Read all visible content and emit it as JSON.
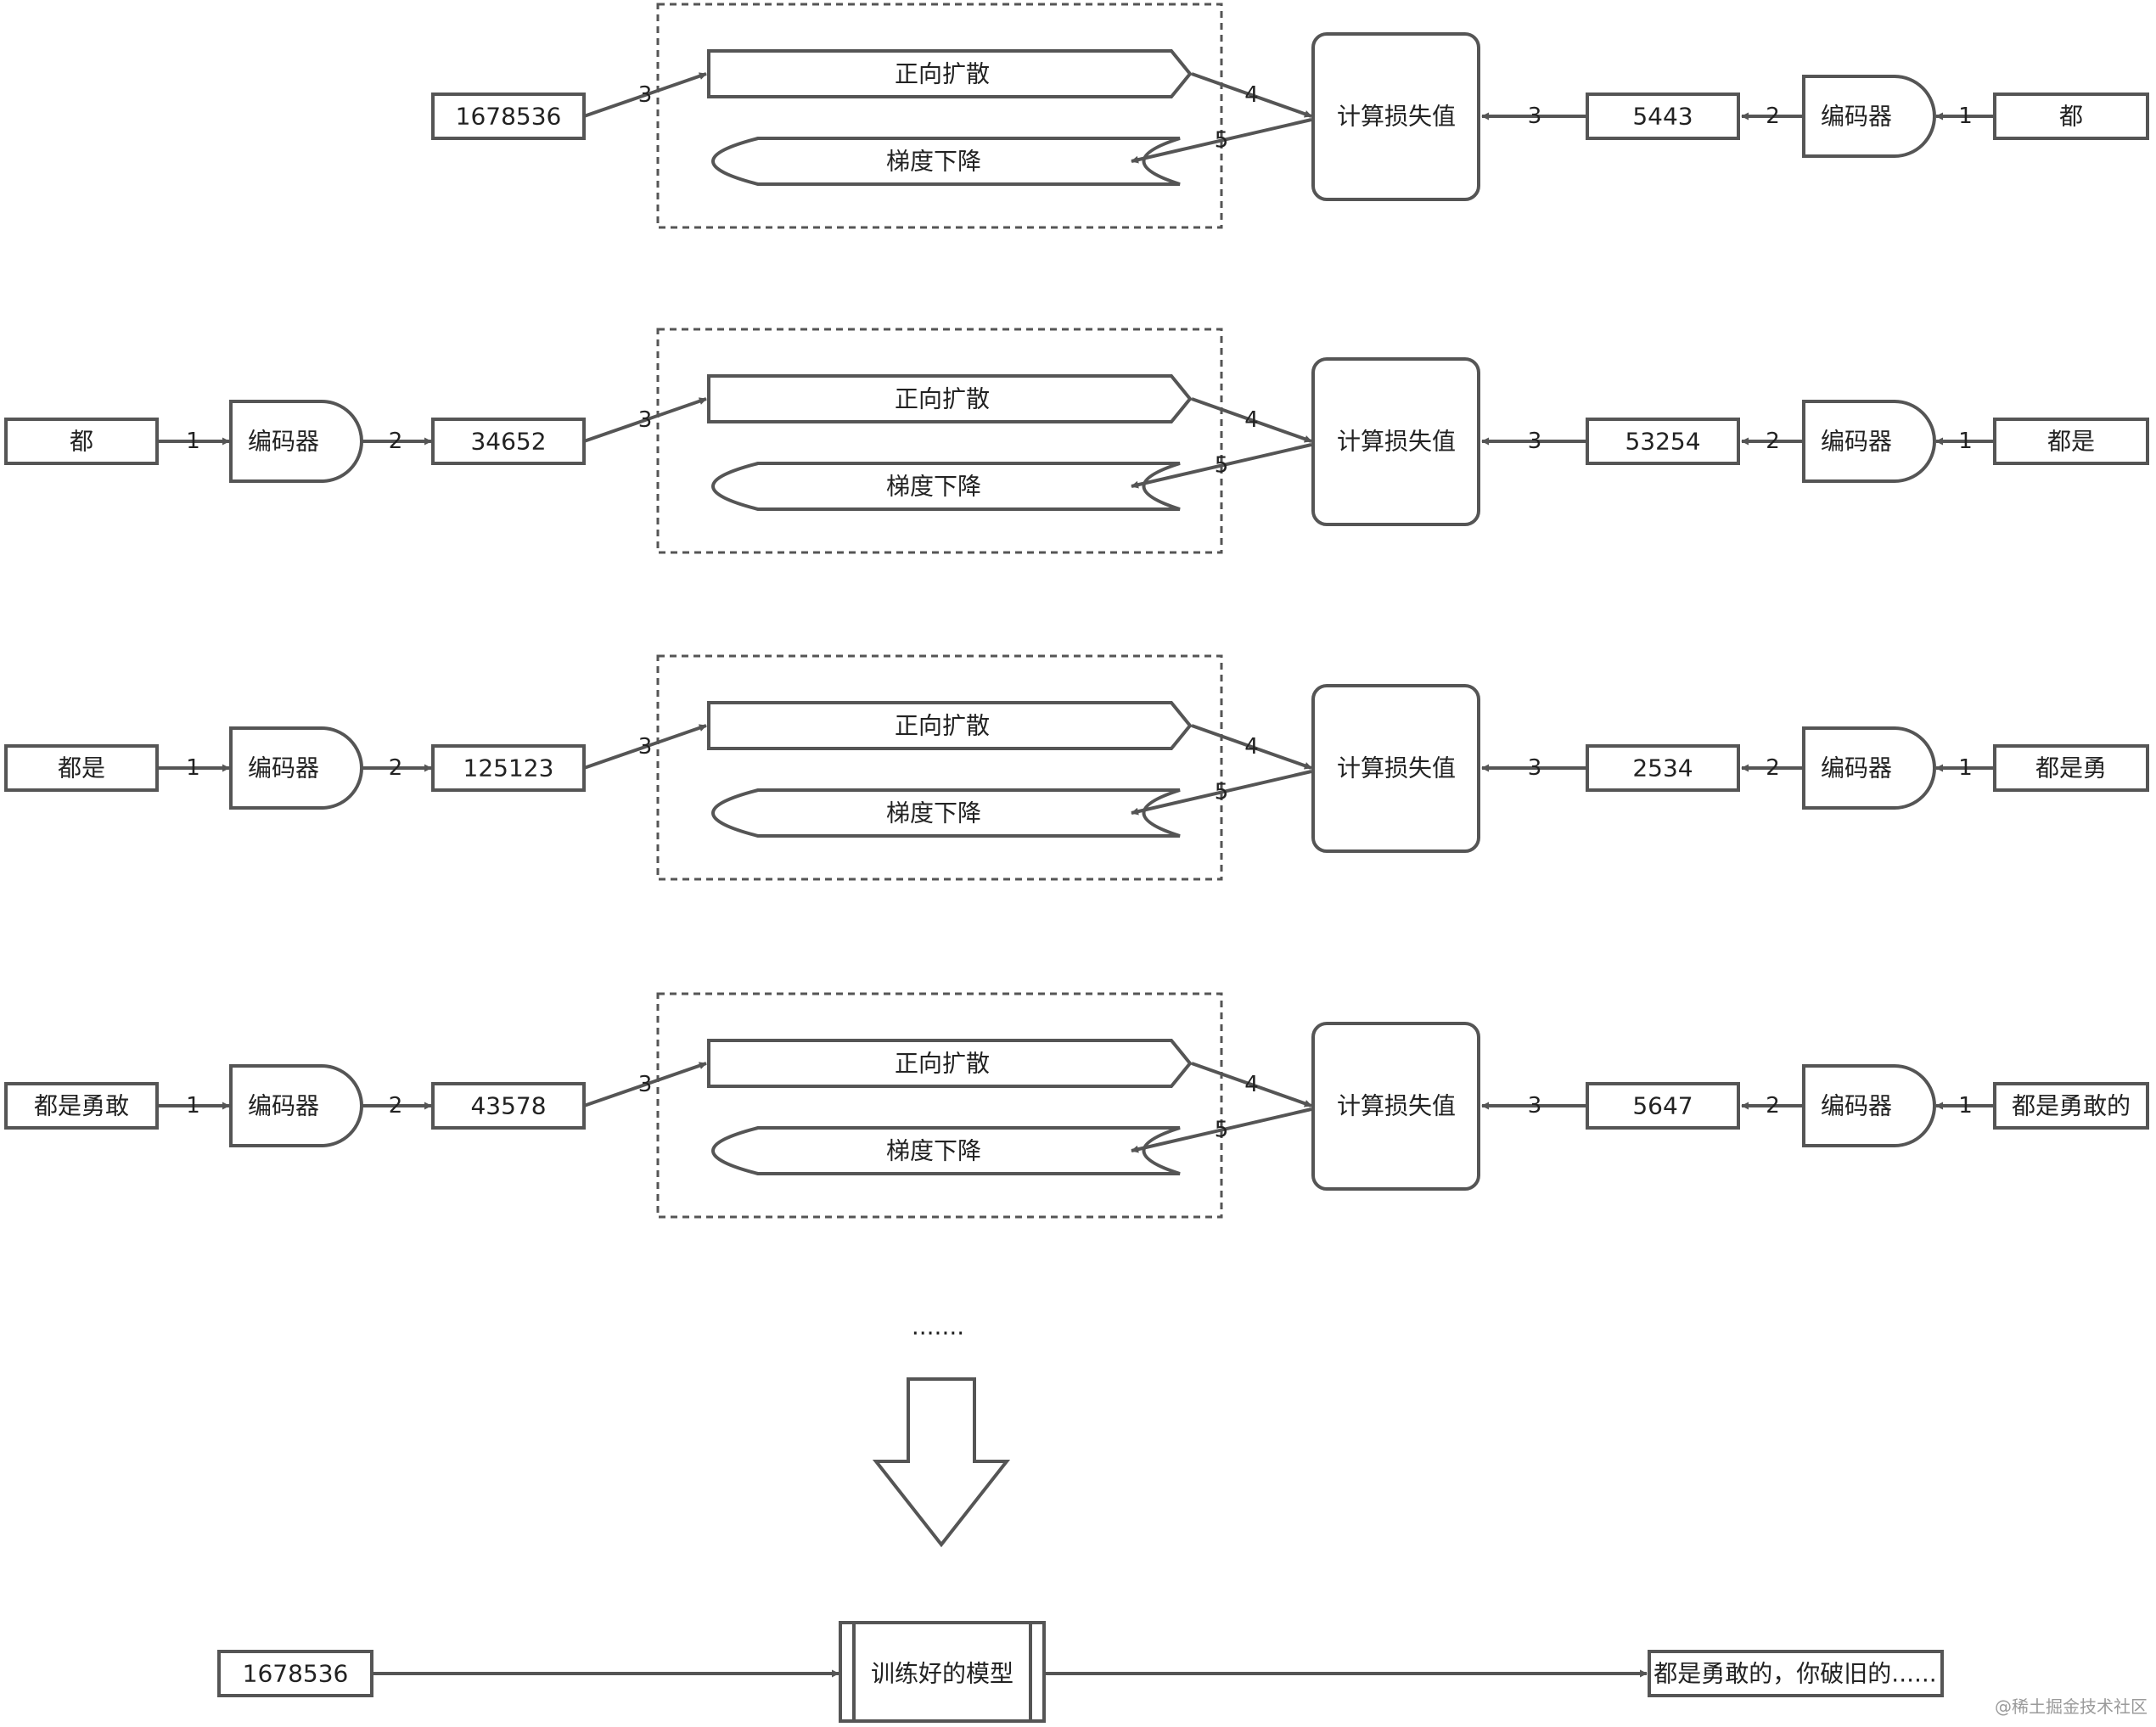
{
  "rows": [
    {
      "left": {
        "input": "",
        "encoder": "",
        "arrow1": "",
        "arrow2": "",
        "vector": "1678536",
        "arrow3": "3"
      },
      "forward": "正向扩散",
      "backward": "梯度下降",
      "step4": "4",
      "step5": "5",
      "loss": "计算损失值",
      "right": {
        "vector": "5443",
        "arrow3": "3",
        "arrow2": "2",
        "encoder": "编码器",
        "arrow1": "1",
        "target": "都"
      }
    },
    {
      "left": {
        "input": "都",
        "encoder": "编码器",
        "arrow1": "1",
        "arrow2": "2",
        "vector": "34652",
        "arrow3": "3"
      },
      "forward": "正向扩散",
      "backward": "梯度下降",
      "step4": "4",
      "step5": "5",
      "loss": "计算损失值",
      "right": {
        "vector": "53254",
        "arrow3": "3",
        "arrow2": "2",
        "encoder": "编码器",
        "arrow1": "1",
        "target": "都是"
      }
    },
    {
      "left": {
        "input": "都是",
        "encoder": "编码器",
        "arrow1": "1",
        "arrow2": "2",
        "vector": "125123",
        "arrow3": "3"
      },
      "forward": "正向扩散",
      "backward": "梯度下降",
      "step4": "4",
      "step5": "5",
      "loss": "计算损失值",
      "right": {
        "vector": "2534",
        "arrow3": "3",
        "arrow2": "2",
        "encoder": "编码器",
        "arrow1": "1",
        "target": "都是勇"
      }
    },
    {
      "left": {
        "input": "都是勇敢",
        "encoder": "编码器",
        "arrow1": "1",
        "arrow2": "2",
        "vector": "43578",
        "arrow3": "3"
      },
      "forward": "正向扩散",
      "backward": "梯度下降",
      "step4": "4",
      "step5": "5",
      "loss": "计算损失值",
      "right": {
        "vector": "5647",
        "arrow3": "3",
        "arrow2": "2",
        "encoder": "编码器",
        "arrow1": "1",
        "target": "都是勇敢的"
      }
    }
  ],
  "ellipsis": ".......",
  "bottom": {
    "input": "1678536",
    "model": "训练好的模型",
    "output": "都是勇敢的，你破旧的......"
  },
  "watermark": "@稀土掘金技术社区",
  "colors": {
    "stroke": "#555555",
    "text": "#222222"
  }
}
